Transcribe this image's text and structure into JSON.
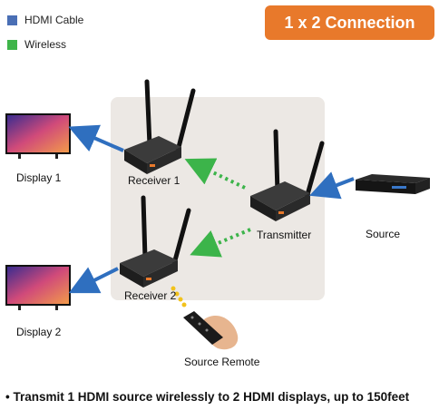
{
  "legend": [
    {
      "label": "HDMI Cable",
      "color": "#4a6fb5"
    },
    {
      "label": "Wireless",
      "color": "#3fb54a"
    }
  ],
  "banner": {
    "title": "1 x 2 Connection",
    "color": "#e8792b"
  },
  "labels": {
    "display1": "Display 1",
    "display2": "Display 2",
    "receiver1": "Receiver 1",
    "receiver2": "Receiver 2",
    "transmitter": "Transmitter",
    "source": "Source",
    "source_remote": "Source Remote"
  },
  "footer": "• Transmit 1 HDMI source wirelessly to 2 HDMI displays, up to 150feet",
  "colors": {
    "hdmi_arrow": "#2f6fbf",
    "wireless_arrow": "#3cb44a",
    "remote_signal": "#f2c21b",
    "panel": "#ece8e4"
  }
}
